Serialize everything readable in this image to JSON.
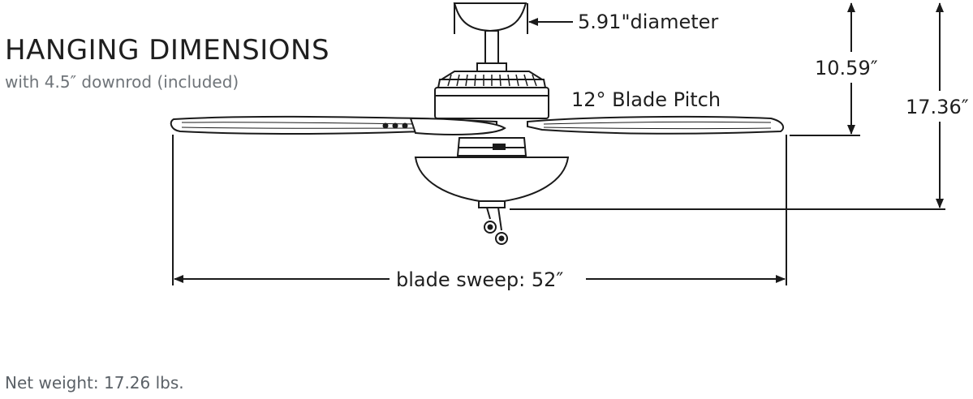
{
  "heading": {
    "title": "HANGING DIMENSIONS",
    "subtitle": "with 4.5″ downrod (included)"
  },
  "dimensions": {
    "canopy_diameter": "5.91\"diameter",
    "blade_pitch": "12° Blade Pitch",
    "height_to_blade": "10.59″",
    "overall_height": "17.36″",
    "blade_sweep": "blade sweep: 52″"
  },
  "footer": {
    "net_weight": "Net weight: 17.26 lbs."
  },
  "colors": {
    "line": "#1a1a1a",
    "title_text": "#1f1f1f",
    "subtitle_text": "#6f7479"
  }
}
